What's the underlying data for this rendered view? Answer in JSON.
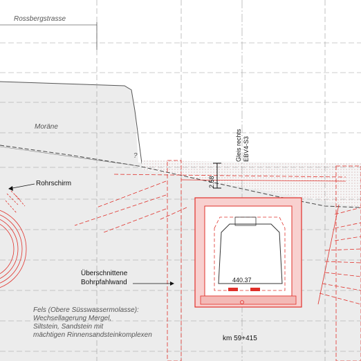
{
  "labels": {
    "street": "Rossbergstrasse",
    "moraine": "Moräne",
    "track_line1": "Gleis rechts",
    "track_line2": "EBV4-S3",
    "dimension": "2.58",
    "pipe_roof": "Rohrschirm",
    "elevation": "440.37",
    "pile_wall_line1": "Überschnittene",
    "pile_wall_line2": "Bohrpfahlwand",
    "rock_line1": "Fels (Obere Süsswassermolasse):",
    "rock_line2": "Wechsellagerung Mergel,",
    "rock_line3": "Siltstein, Sandstein mit",
    "rock_line4": "mächtigen Rinnensandsteinkomplexen",
    "km": "km 59+415",
    "question_mark": "?"
  },
  "colors": {
    "red": "#e0302a",
    "red_fill": "#f8d0cf",
    "grey_fill": "#ececec",
    "line": "#555555"
  }
}
